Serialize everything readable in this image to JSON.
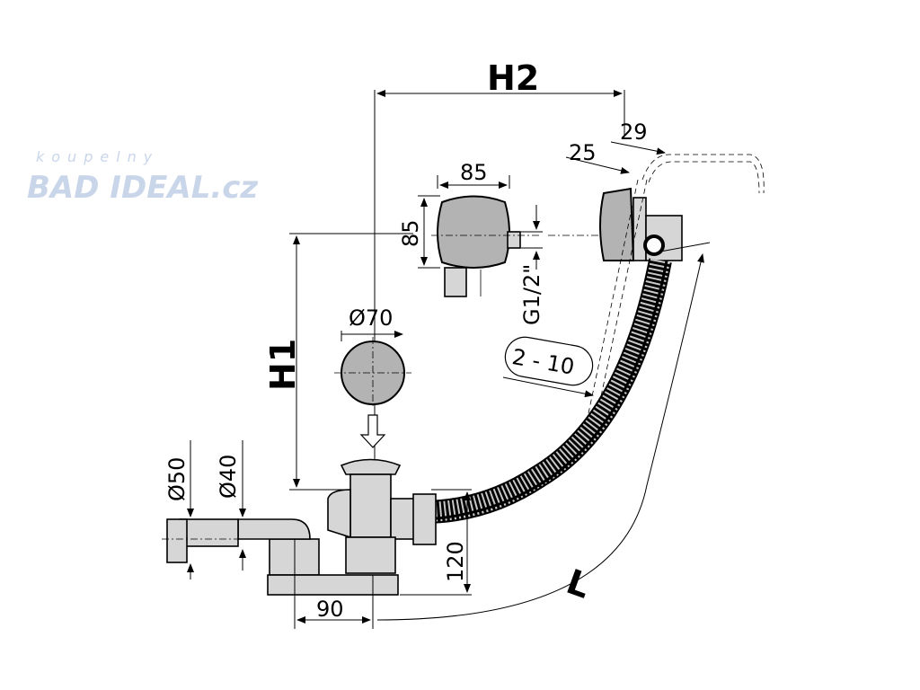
{
  "diagram": {
    "labels": {
      "h2": "H2",
      "d29": "29",
      "d25": "25",
      "overflow_width": "85",
      "overflow_height": "85",
      "thread": "G1/2\"",
      "cap_diameter": "Ø70",
      "h1": "H1",
      "wall_range": "2 - 10",
      "d50": "Ø50",
      "d40": "Ø40",
      "height120": "120",
      "d90": "90",
      "length": "L"
    },
    "watermark": {
      "top": "koupelny",
      "main": "BAD IDEAL.cz"
    },
    "colors": {
      "fill": "#b3b3b3",
      "watermark": "#c9d6ea"
    }
  }
}
